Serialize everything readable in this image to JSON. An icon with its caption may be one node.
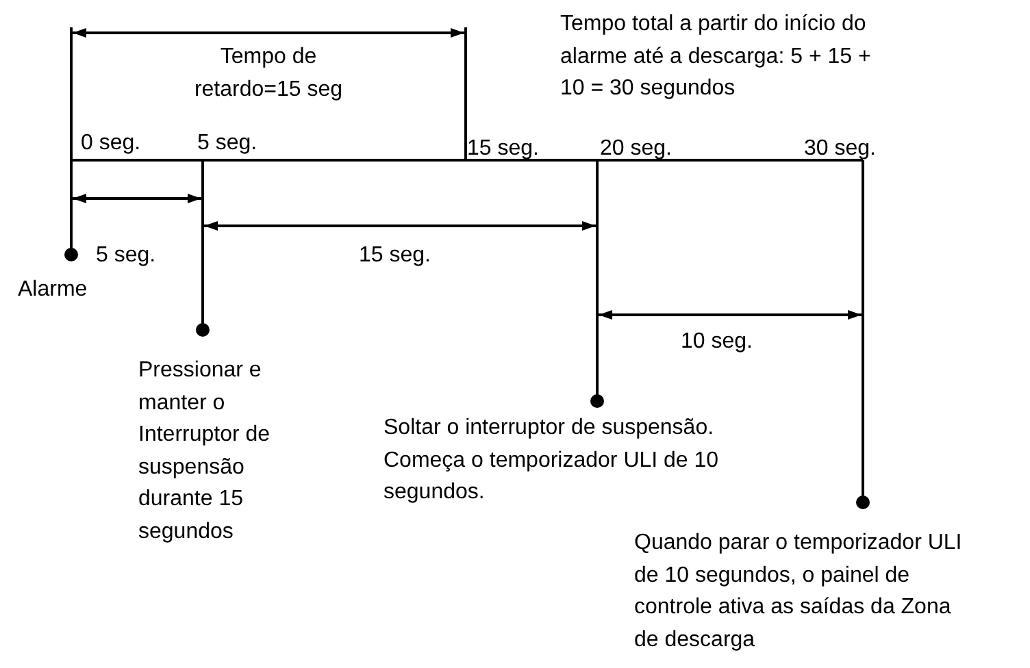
{
  "diagram": {
    "labels": [
      "Tempo de retardo=15 seg",
      "Tempo total a partir do início do alarme até a descarga: 5 + 15 + 10 = 30 segundos",
      "0 seg.",
      "5 seg.",
      "15 seg.",
      "20 seg.",
      "30 seg.",
      "5 seg.",
      "15 seg.",
      "Alarme",
      "10 seg.",
      "Pressionar e manter o Interruptor de suspensão durante 15 segundos",
      "Soltar o interruptor de suspensão. Começa o temporizador ULI de 10 segundos.",
      "Quando parar o temporizador ULI de 10 segundos, o painel de controle ativa as saídas da Zona de descarga"
    ]
  }
}
